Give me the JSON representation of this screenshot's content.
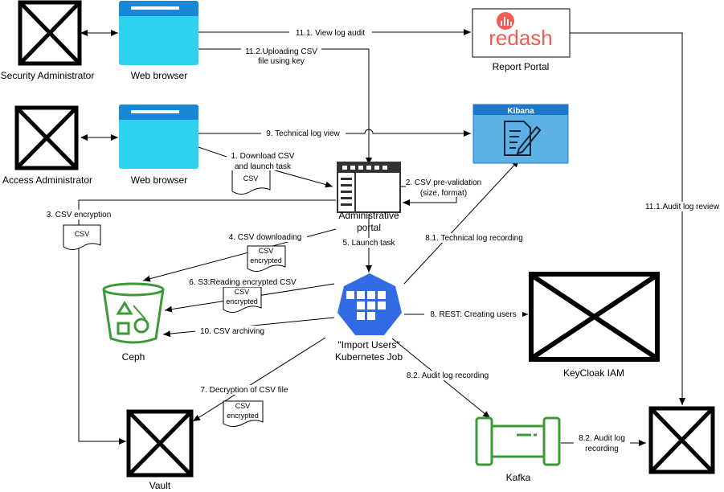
{
  "nodes": {
    "security_admin": "Security Administrator",
    "web_browser_1": "Web browser",
    "access_admin": "Access Administrator",
    "web_browser_2": "Web browser",
    "report_portal": "Report Portal",
    "redash_logo": "redash",
    "kibana": "Kibana",
    "admin_portal_l1": "Administrative",
    "admin_portal_l2": "portal",
    "ceph": "Ceph",
    "k8s_job_l1": "\"Import Users\"",
    "k8s_job_l2": "Kubernetes Job",
    "keycloak": "KeyCloak IAM",
    "vault": "Vault",
    "kafka": "Kafka"
  },
  "edges": {
    "e11_1_view": "11.1. View log audit",
    "e11_2_l1": "11.2.Uploading CSV",
    "e11_2_l2": "file using key",
    "e9": "9. Technical log view",
    "e1_l1": "1. Download CSV",
    "e1_l2": "and launch task",
    "e2_l1": "2. CSV pre-validation",
    "e2_l2": "(size, format)",
    "e3": "3. CSV encryption",
    "e4": "4. CSV downloading",
    "e5": "5. Launch task",
    "e6": "6. S3:Reading encrypted CSV",
    "e10": "10. CSV archiving",
    "e7": "7. Decryption of CSV file",
    "e8_1": "8.1. Technical log recording",
    "e8_rest": "8. REST: Creating users",
    "e8_2": "8.2. Audit log recording",
    "e8_2b_l1": "8.2. Audit log",
    "e8_2b_l2": "recording",
    "e11_1_review": "11.1.Audit log review"
  },
  "docs": {
    "csv_1": "CSV",
    "csv_3": "CSV",
    "enc_l1": "CSV",
    "enc_l2": "encrypted"
  },
  "colors": {
    "browser": "#2ED1F0",
    "browser_bar": "#1A86D6",
    "kibana": "#5CB0E6",
    "kibana_bar": "#1E78C8",
    "k8s": "#326CE5",
    "ceph": "#3C9A36",
    "kafka": "#3C9A36",
    "redash": "#F25C54"
  }
}
